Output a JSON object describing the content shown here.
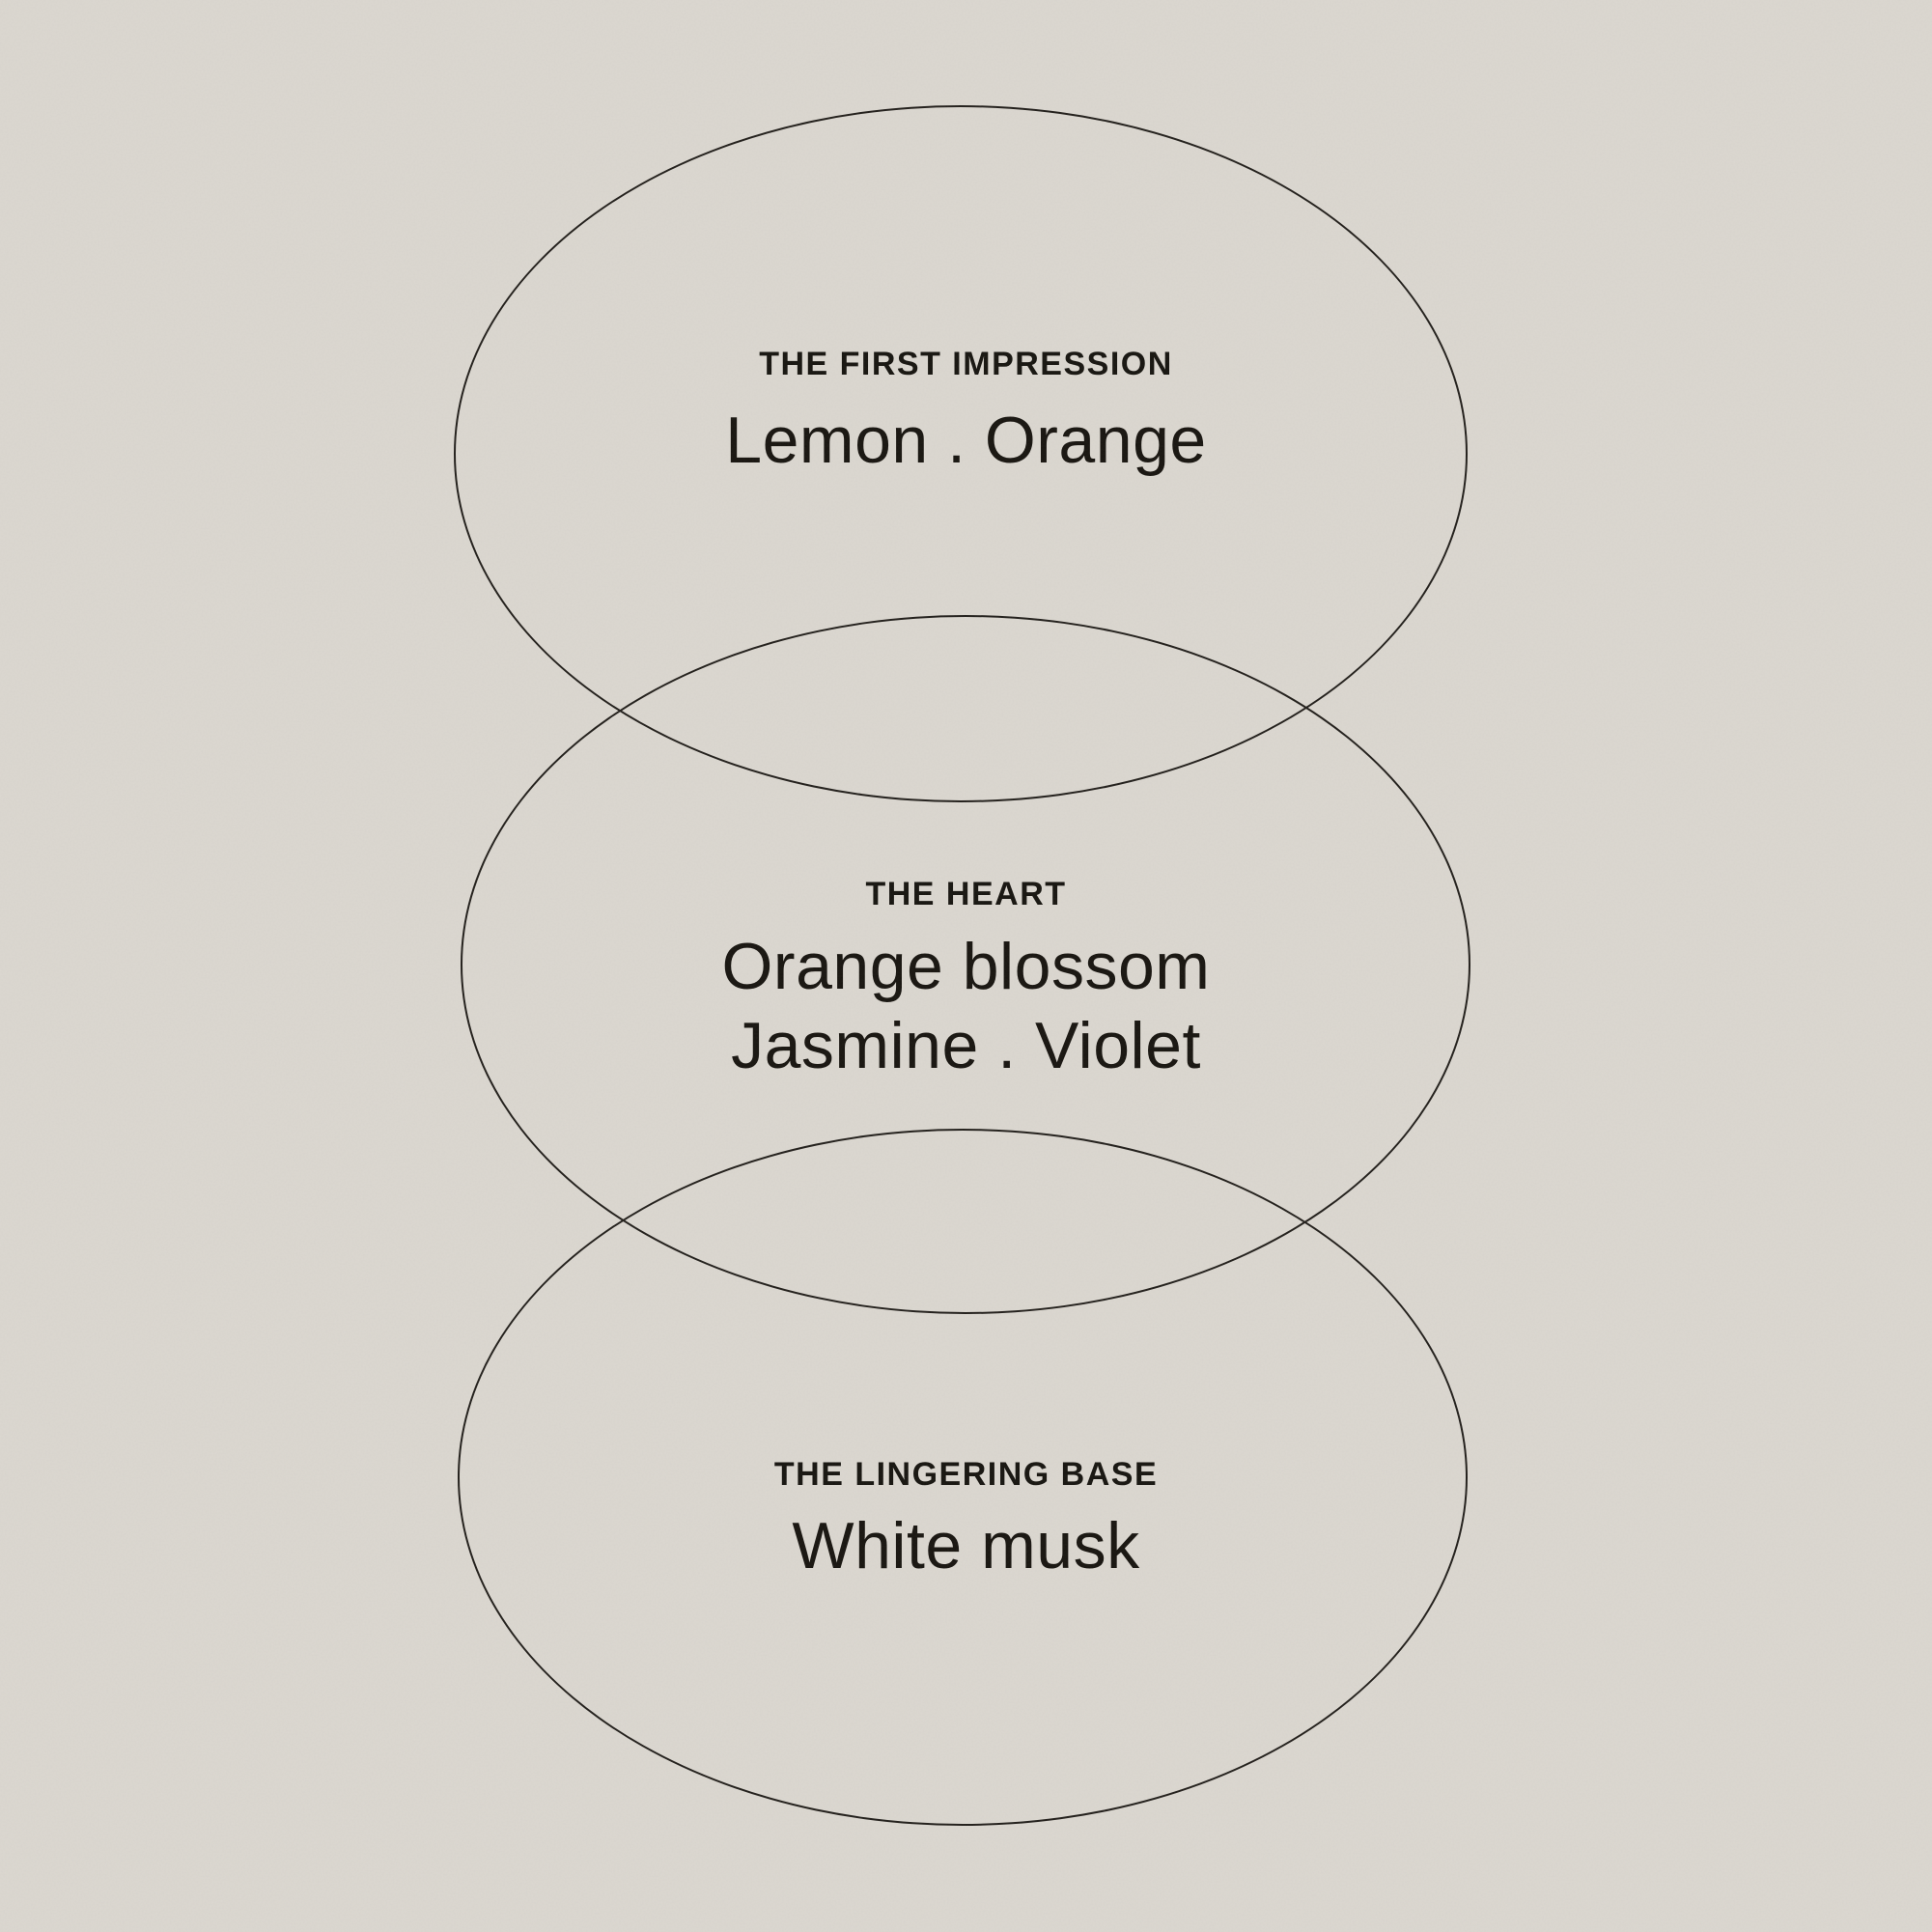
{
  "palette": {
    "background": "#dcd8d1",
    "stroke": "#211e1a",
    "text": "#16140f"
  },
  "diagram": {
    "type": "fragrance-notes-venn",
    "sections": [
      {
        "id": "top-notes",
        "label": "THE FIRST IMPRESSION",
        "notes": [
          "Lemon . Orange"
        ]
      },
      {
        "id": "heart-notes",
        "label": "THE HEART",
        "notes": [
          "Orange blossom",
          "Jasmine . Violet"
        ]
      },
      {
        "id": "base-notes",
        "label": "THE LINGERING BASE",
        "notes": [
          "White musk"
        ]
      }
    ]
  }
}
